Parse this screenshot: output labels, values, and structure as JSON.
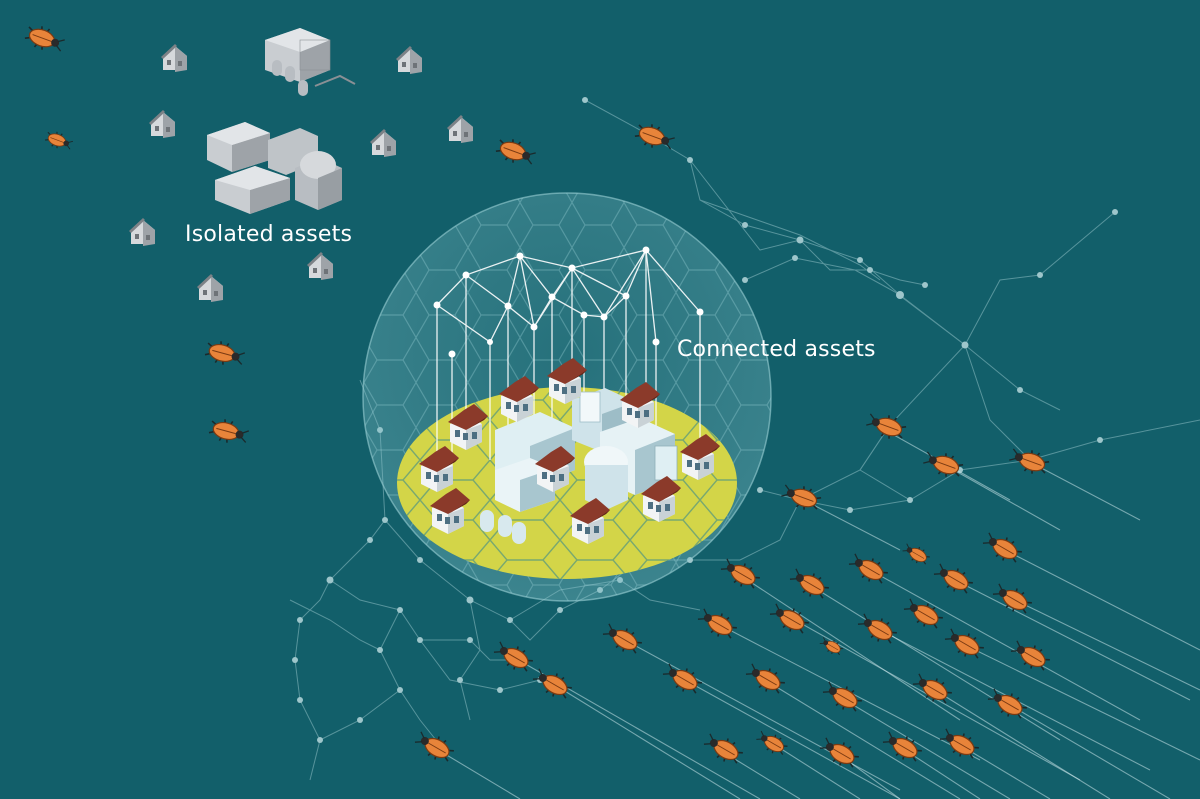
{
  "labels": {
    "isolated": "Isolated assets",
    "connected": "Connected assets"
  },
  "colors": {
    "background": "#125f6a",
    "dome_fill": "#5fa9b2",
    "ground_fill": "#d3d548",
    "roof": "#8b3a2a",
    "bug_body": "#e8843a",
    "isolated_building": "#b8bdc2",
    "network_line": "#6fa6ad"
  },
  "icons": {
    "threat": "bug-icon",
    "house": "house-icon",
    "factory": "factory-icon",
    "shield": "dome-shield"
  }
}
